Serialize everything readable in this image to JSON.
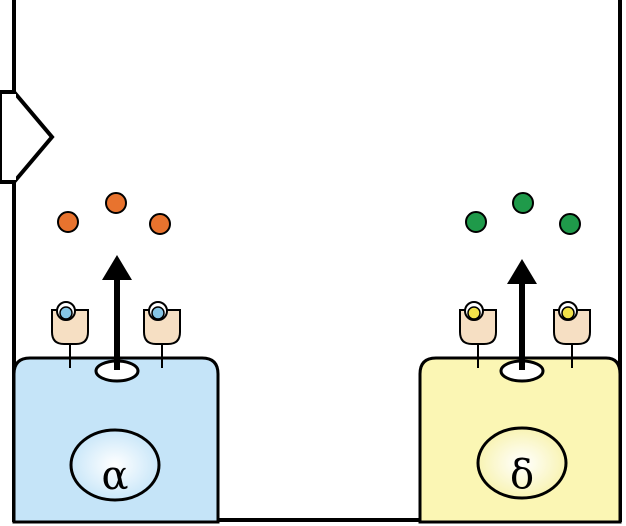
{
  "cells": [
    {
      "id": "alpha",
      "label": "α",
      "fill": "#c5e4f8",
      "nucleus_fill": "#dff1fc",
      "receptor_ligand": "#86c6e6",
      "granule_color": "#e8732e"
    },
    {
      "id": "delta",
      "label": "δ",
      "fill": "#fbf6b4",
      "nucleus_fill": "#fffbd6",
      "receptor_ligand": "#f3e34a",
      "granule_color": "#1f9a4a"
    }
  ],
  "colors": {
    "frame": "#000000",
    "receptor": "#f6dfc3"
  }
}
